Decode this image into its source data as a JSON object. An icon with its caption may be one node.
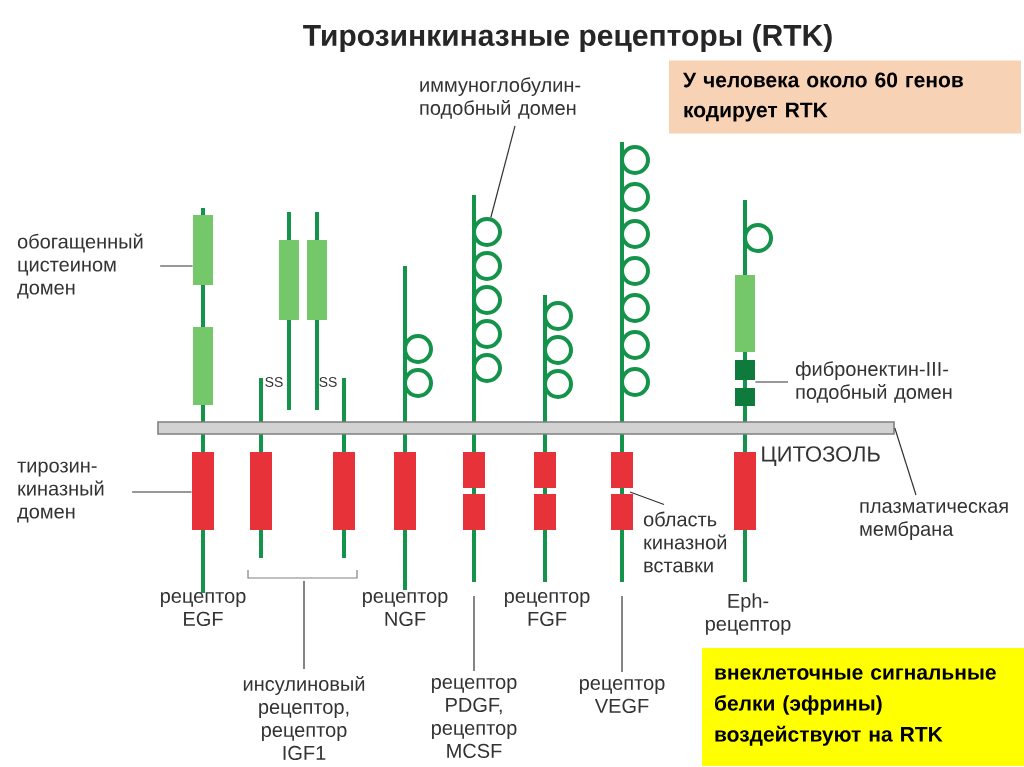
{
  "diagram": {
    "title": "Тирозинкиназные рецепторы (RTK)",
    "nodes": [
      {
        "text": [
          "У человека около 60 генов кодирует RTK"
        ]
      },
      {
        "text": [
          "иммуноглобулин- подобный домен"
        ]
      },
      {
        "text": [],
        "shape": "circle"
      },
      {
        "text": [
          "обогащенный цистеином домен"
        ]
      },
      {
        "text": [],
        "shape": "box"
      },
      {
        "text": [
          "фибронектин-III- подобный домен"
        ]
      },
      {
        "text": [],
        "shape": "box"
      },
      {
        "text": [
          "тирозин- киназный домен"
        ]
      },
      {
        "text": [],
        "shape": "box"
      },
      {
        "text": [
          "плазматическая мембрана"
        ]
      },
      {
        "text": [],
        "shape": "bar"
      },
      {
        "text": [
          "область киназной вставки"
        ]
      },
      {
        "text": [
          "инсулиновый рецептор, рецептор IGF1"
        ]
      },
      {
        "text": [
          "рецептор PDGF, рецептор MCSF"
        ]
      },
      {
        "text": [
          "рецептор VEGF"
        ]
      },
      {
        "text": [
          "внеклеточные сигнальные белки (эфрины) воздействуют на RTK"
        ]
      }
    ],
    "edges": [
      {
        "from": 1,
        "to": 2,
        "arrow": "none"
      },
      {
        "from": 3,
        "to": 4,
        "arrow": "none"
      },
      {
        "from": 5,
        "to": 6,
        "arrow": "none"
      },
      {
        "from": 7,
        "to": 8,
        "arrow": "none"
      },
      {
        "from": 9,
        "to": 10,
        "arrow": "none"
      },
      {
        "from": 11,
        "to": null,
        "arrow": "none"
      },
      {
        "from": 12,
        "to": null,
        "arrow": "none"
      },
      {
        "from": 13,
        "to": null,
        "arrow": "none"
      },
      {
        "from": 14,
        "to": null,
        "arrow": "none"
      }
    ],
    "labels": [
      "SS",
      "SS",
      "ЦИТОЗОЛЬ",
      "рецептор EGF",
      "рецептор NGF",
      "рецептор FGF",
      "Eph- рецептор"
    ]
  }
}
